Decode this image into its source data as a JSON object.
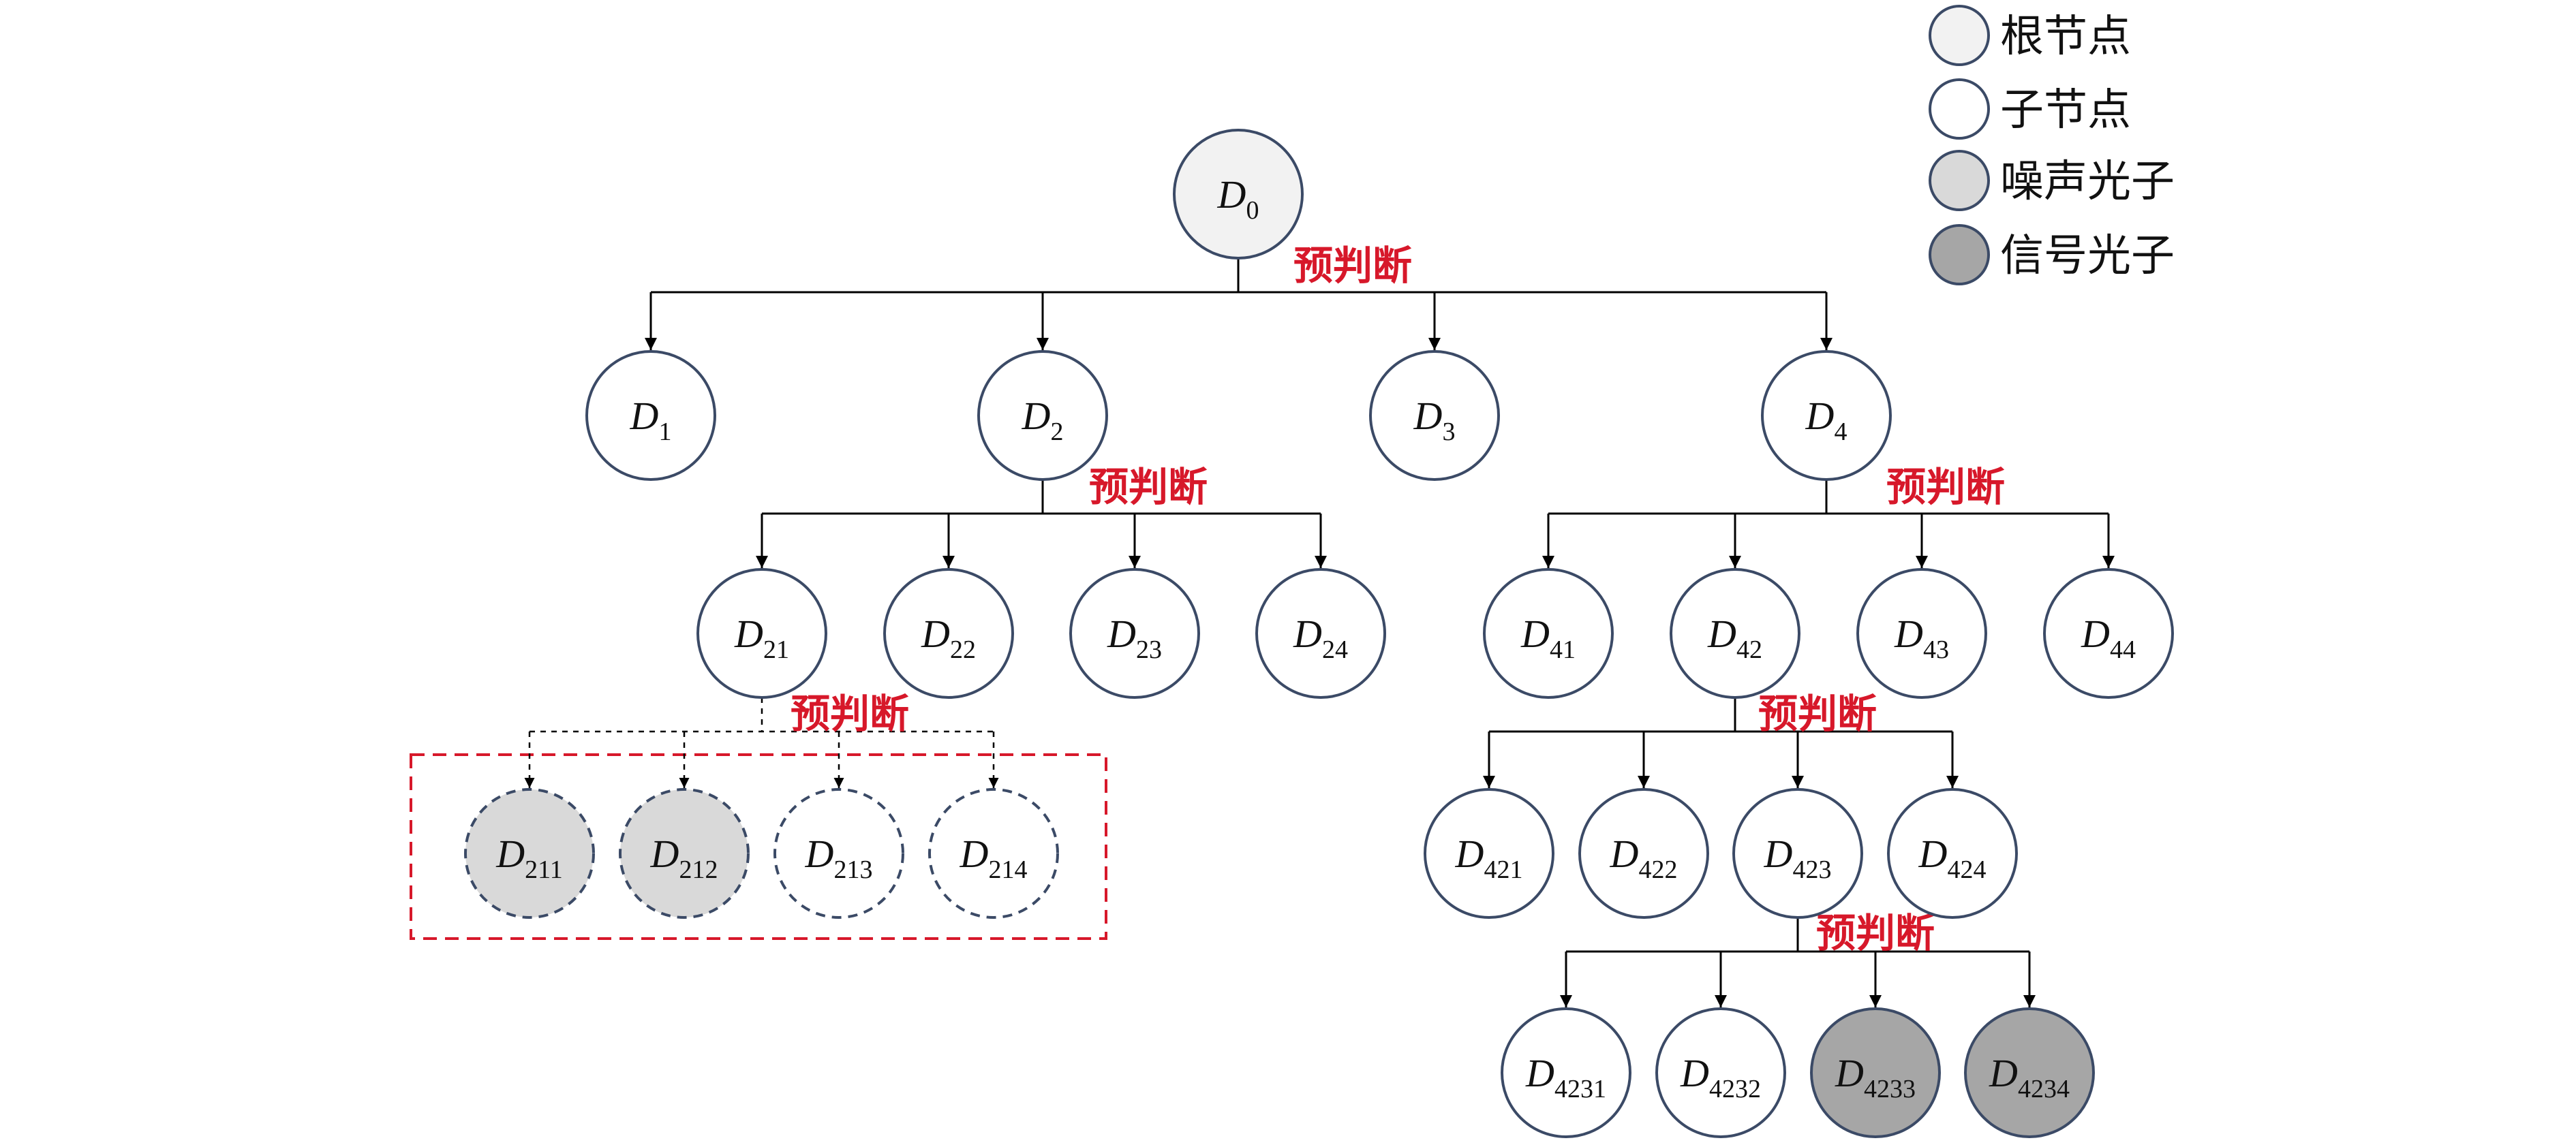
{
  "legend": [
    {
      "id": "root",
      "label": "根节点",
      "fill": "#f2f2f2"
    },
    {
      "id": "child",
      "label": "子节点",
      "fill": "#ffffff"
    },
    {
      "id": "noise",
      "label": "噪声光子",
      "fill": "#d9d9d9"
    },
    {
      "id": "signal",
      "label": "信号光子",
      "fill": "#a6a6a6"
    }
  ],
  "colors": {
    "node_stroke": "#3b4a66",
    "edge": "#000000",
    "label": "#d7182a",
    "box": "#d7182a"
  },
  "prejudge_label": "预判断",
  "nodes": [
    {
      "id": "D0",
      "letter": "D",
      "sub": "0",
      "type": "root"
    },
    {
      "id": "D1",
      "letter": "D",
      "sub": "1",
      "type": "child"
    },
    {
      "id": "D2",
      "letter": "D",
      "sub": "2",
      "type": "child"
    },
    {
      "id": "D3",
      "letter": "D",
      "sub": "3",
      "type": "child"
    },
    {
      "id": "D4",
      "letter": "D",
      "sub": "4",
      "type": "child"
    },
    {
      "id": "D21",
      "letter": "D",
      "sub": "21",
      "type": "child"
    },
    {
      "id": "D22",
      "letter": "D",
      "sub": "22",
      "type": "child"
    },
    {
      "id": "D23",
      "letter": "D",
      "sub": "23",
      "type": "child"
    },
    {
      "id": "D24",
      "letter": "D",
      "sub": "24",
      "type": "child"
    },
    {
      "id": "D41",
      "letter": "D",
      "sub": "41",
      "type": "child"
    },
    {
      "id": "D42",
      "letter": "D",
      "sub": "42",
      "type": "child"
    },
    {
      "id": "D43",
      "letter": "D",
      "sub": "43",
      "type": "child"
    },
    {
      "id": "D44",
      "letter": "D",
      "sub": "44",
      "type": "child"
    },
    {
      "id": "D211",
      "letter": "D",
      "sub": "211",
      "type": "noise",
      "dashed": true
    },
    {
      "id": "D212",
      "letter": "D",
      "sub": "212",
      "type": "noise",
      "dashed": true
    },
    {
      "id": "D213",
      "letter": "D",
      "sub": "213",
      "type": "child",
      "dashed": true
    },
    {
      "id": "D214",
      "letter": "D",
      "sub": "214",
      "type": "child",
      "dashed": true
    },
    {
      "id": "D421",
      "letter": "D",
      "sub": "421",
      "type": "child"
    },
    {
      "id": "D422",
      "letter": "D",
      "sub": "422",
      "type": "child"
    },
    {
      "id": "D423",
      "letter": "D",
      "sub": "423",
      "type": "child"
    },
    {
      "id": "D424",
      "letter": "D",
      "sub": "424",
      "type": "child"
    },
    {
      "id": "D4231",
      "letter": "D",
      "sub": "4231",
      "type": "child"
    },
    {
      "id": "D4232",
      "letter": "D",
      "sub": "4232",
      "type": "child"
    },
    {
      "id": "D4233",
      "letter": "D",
      "sub": "4233",
      "type": "signal"
    },
    {
      "id": "D4234",
      "letter": "D",
      "sub": "4234",
      "type": "signal"
    }
  ],
  "edges": [
    {
      "parent": "D0",
      "children": [
        "D1",
        "D2",
        "D3",
        "D4"
      ],
      "dashed": false
    },
    {
      "parent": "D2",
      "children": [
        "D21",
        "D22",
        "D23",
        "D24"
      ],
      "dashed": false
    },
    {
      "parent": "D4",
      "children": [
        "D41",
        "D42",
        "D43",
        "D44"
      ],
      "dashed": false
    },
    {
      "parent": "D21",
      "children": [
        "D211",
        "D212",
        "D213",
        "D214"
      ],
      "dashed": true
    },
    {
      "parent": "D42",
      "children": [
        "D421",
        "D422",
        "D423",
        "D424"
      ],
      "dashed": false
    },
    {
      "parent": "D423",
      "children": [
        "D4231",
        "D4232",
        "D4233",
        "D4234"
      ],
      "dashed": false
    }
  ]
}
